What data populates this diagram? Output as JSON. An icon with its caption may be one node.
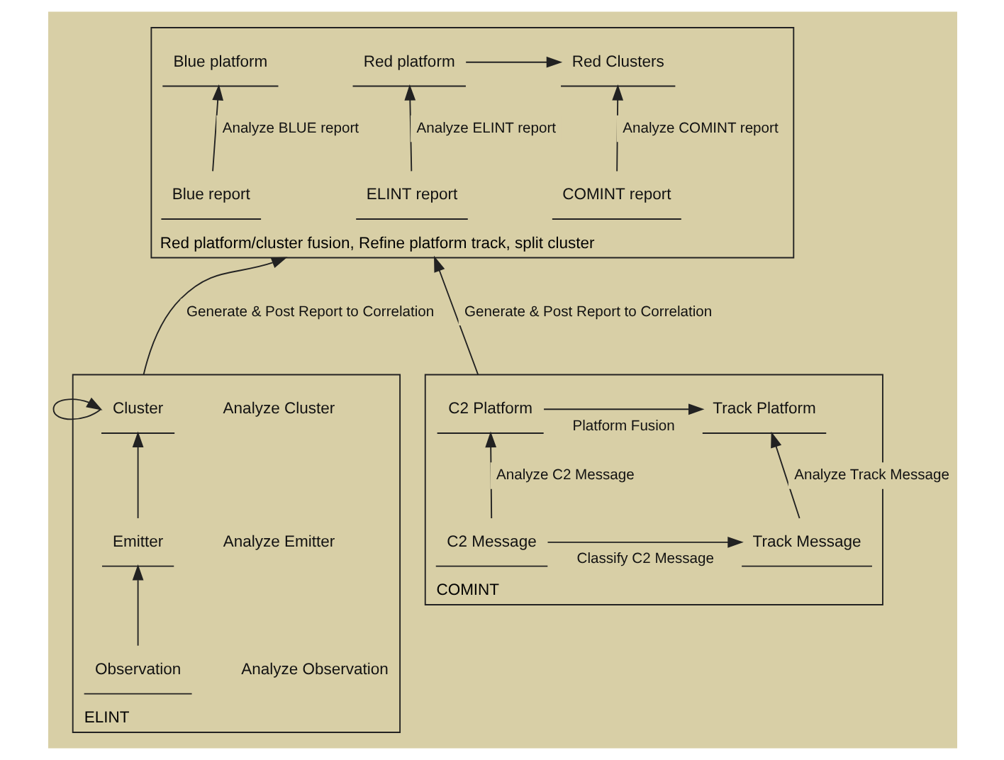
{
  "diagram": {
    "nodes": [
      {
        "text": [
          "Red platform/cluster fusion, Refine platform track, split cluster"
        ]
      },
      {
        "text": [
          "Red platform"
        ],
        "in": 0
      },
      {
        "text": [
          "ELINT report"
        ],
        "in": 0
      },
      {
        "text": [
          "Red Clusters"
        ],
        "in": 0
      },
      {
        "text": [
          "COMINT report"
        ],
        "in": 0
      },
      {
        "text": [
          "Blue platform"
        ],
        "in": 0
      },
      {
        "text": [
          "Blue report"
        ],
        "in": 0
      },
      {
        "text": [
          "ELINT"
        ]
      },
      {
        "text": [
          "Cluster"
        ],
        "in": 7,
        "beside": [
          "Analyze Cluster"
        ]
      },
      {
        "text": [
          "Emitter"
        ],
        "in": 7,
        "beside": [
          "Analyze Emitter"
        ]
      },
      {
        "text": [
          "Observation"
        ],
        "in": 7,
        "beside": [
          "Analyze Observation"
        ]
      },
      {
        "text": [
          "COMINT"
        ]
      },
      {
        "text": [
          "C2 Platform"
        ],
        "in": 11
      },
      {
        "text": [
          "Track Platform"
        ],
        "in": 11
      },
      {
        "text": [
          "C2 Message"
        ],
        "in": 11
      },
      {
        "text": [
          "Track Message"
        ],
        "in": 11
      }
    ],
    "edges": [
      {
        "from": 2,
        "to": 1,
        "arrow": "to",
        "label": "Analyze ELINT report"
      },
      {
        "from": 4,
        "to": 3,
        "arrow": "to",
        "label": "Analyze COMINT report"
      },
      {
        "from": 6,
        "to": 5,
        "arrow": "to",
        "label": "Analyze BLUE report"
      },
      {
        "from": 1,
        "to": 3,
        "arrow": "to"
      },
      {
        "from": 8,
        "to": 8,
        "arrow": "to"
      },
      {
        "from": 9,
        "to": 8,
        "arrow": "to"
      },
      {
        "from": 10,
        "to": 9,
        "arrow": "to"
      },
      {
        "from": 14,
        "to": 12,
        "arrow": "to",
        "label": "Analyze C2 Message"
      },
      {
        "from": 15,
        "to": 13,
        "arrow": "to",
        "label": "Analyze Track Message"
      },
      {
        "from": 12,
        "to": 13,
        "arrow": "to",
        "label": "Platform Fusion"
      },
      {
        "from": 14,
        "to": 15,
        "arrow": "to",
        "label": "Classify C2 Message"
      },
      {
        "from": 7,
        "to": 0,
        "arrow": "to",
        "label": "Generate & Post Report to Correlation"
      },
      {
        "from": 11,
        "to": 0,
        "arrow": "to",
        "label": "Generate & Post Report to Correlation"
      }
    ]
  }
}
